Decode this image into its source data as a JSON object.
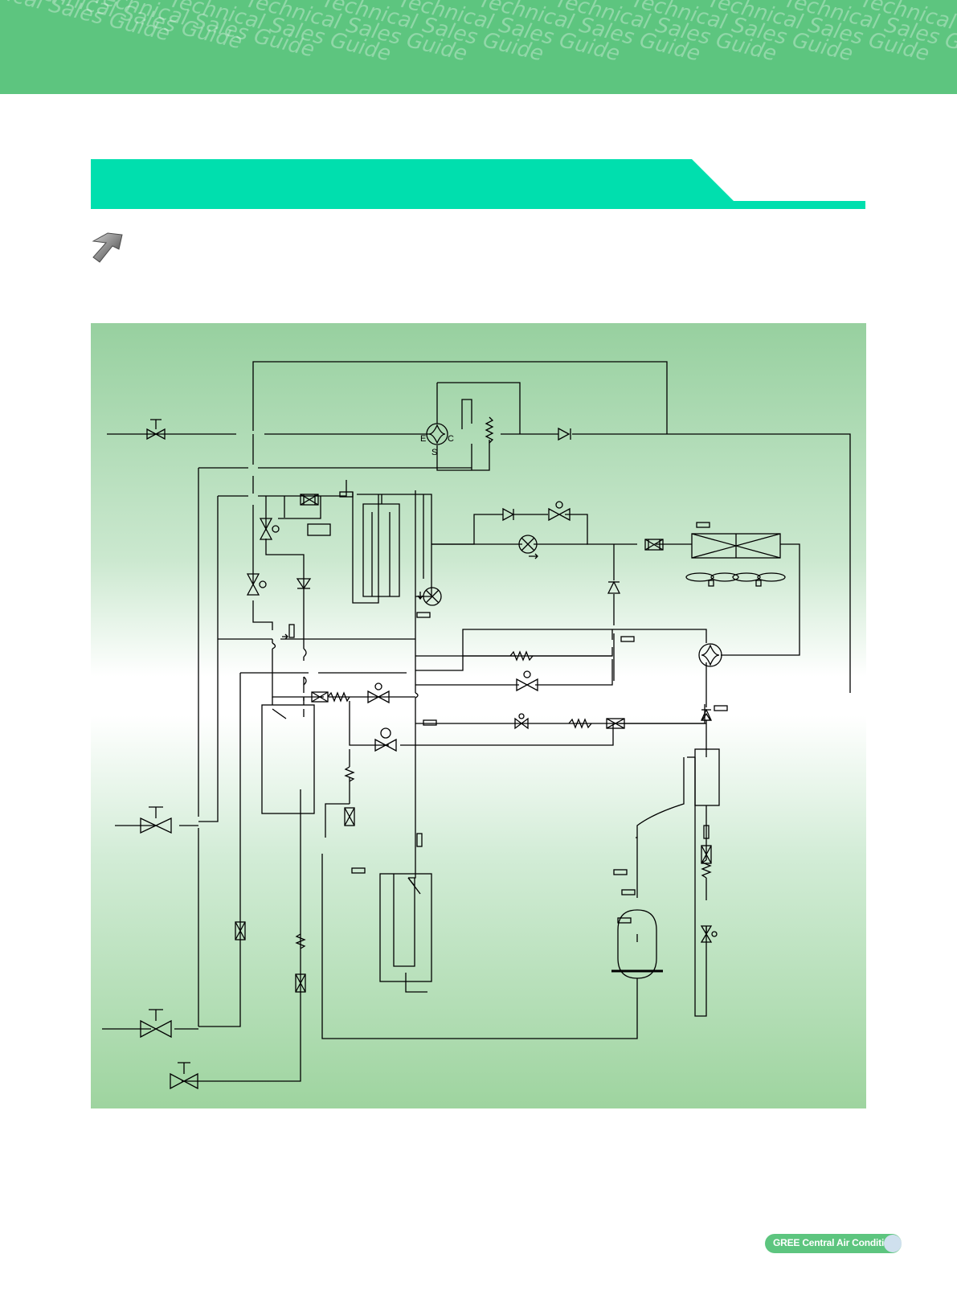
{
  "header": {
    "watermark_text": "Technical Sales Guide"
  },
  "diagram": {
    "reversing_valve_ports": {
      "e": "E",
      "c": "C",
      "s": "S"
    }
  },
  "footer": {
    "brand": "GREE Central Air Conditioners"
  },
  "colors": {
    "header_green": "#5dc57f",
    "title_band": "#00dfae",
    "panel_green": "#97d09f",
    "line": "#000000"
  },
  "icons": [
    "arrow-icon",
    "stop-valve-icon",
    "check-valve-icon",
    "filter-icon",
    "capillary-icon",
    "solenoid-valve-icon",
    "expansion-valve-icon",
    "four-way-valve-icon",
    "sensor-icon",
    "fan-icon",
    "compressor-icon"
  ]
}
